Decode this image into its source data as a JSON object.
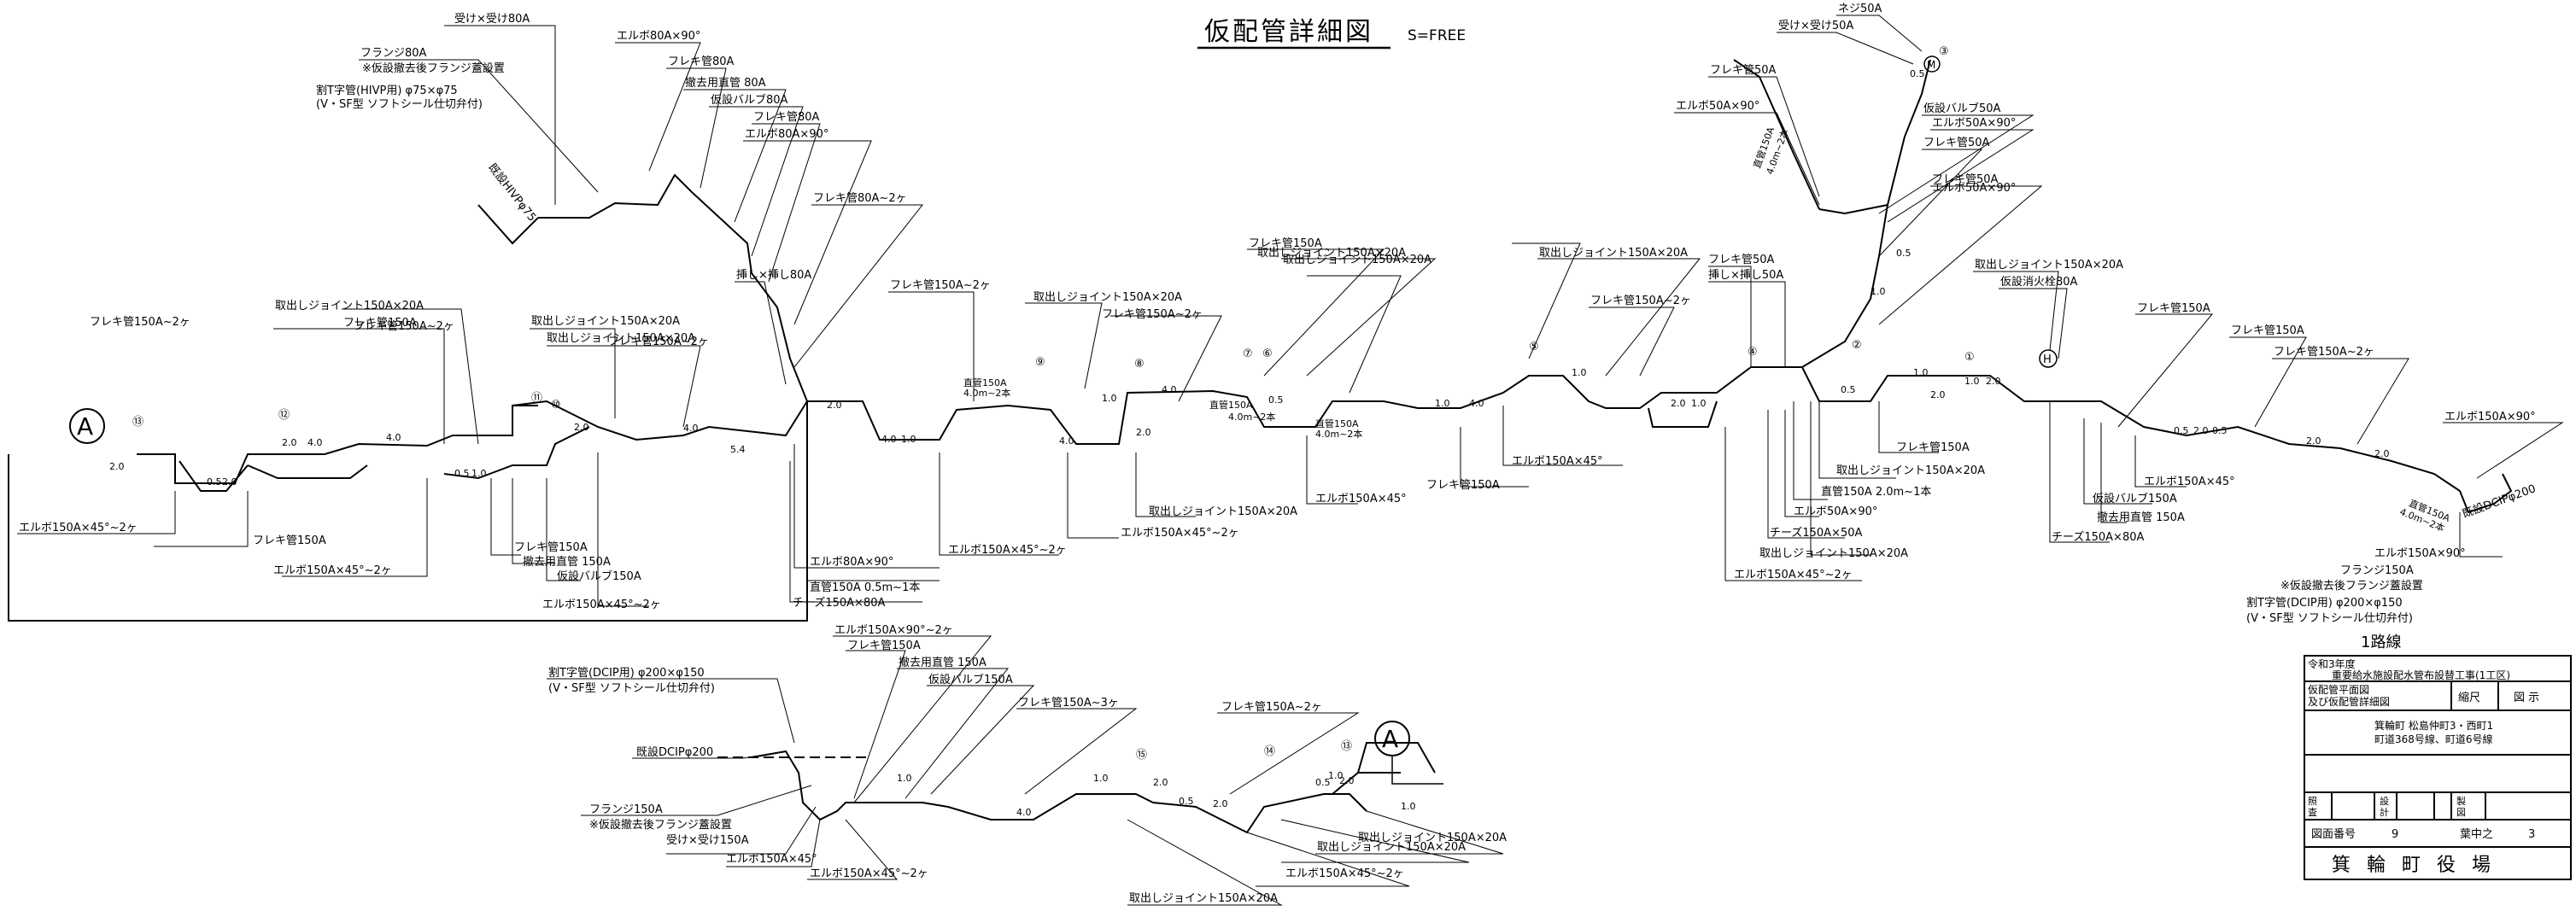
{
  "title": "仮配管詳細図",
  "scale": "S=FREE",
  "markers": {
    "a_left": "A",
    "a_right": "A",
    "h": "H",
    "m": "M"
  },
  "top_labels": [
    "受け×受け80A",
    "フランジ80A",
    "※仮設撤去後フランジ蓋設置",
    "割T字管(HIVP用) φ75×φ75",
    "(V・SF型 ソフトシール仕切弁付)",
    "エルボ80A×90°",
    "フレキ管80A",
    "撤去用直管 80A",
    "仮設バルブ80A",
    "フレキ管80A",
    "エルボ80A×90°",
    "フレキ管80A~2ヶ",
    "既設HIVPφ75",
    "挿し×挿し80A",
    "取出しジョイント150A×20A",
    "取出しジョイント150A×20A",
    "フレキ管150A",
    "フレキ管150A",
    "取出しジョイント150A×20A",
    "フレキ管50A",
    "挿し×挿し50A",
    "フレキ管150A~2ヶ",
    "フレキ管150A~2ヶ",
    "取出しジョイント150A×20A",
    "フレキ管150A~2ヶ",
    "フレキ管150A~2ヶ",
    "取出しジョイント150A×20A",
    "フレキ管150A~2ヶ",
    "取出しジョイント150A×20A",
    "取出しジョイント150A×20A",
    "フレキ管150A~2ヶ",
    "取出しジョイント150A×20A",
    "仮設消火栓80A",
    "フレキ管150A",
    "フレキ管150A",
    "フレキ管150A~2ヶ",
    "エルボ150A×90°",
    "ネジ50A",
    "受け×受け50A",
    "フレキ管50A",
    "エルボ50A×90°",
    "仮設バルブ50A",
    "エルボ50A×90°",
    "フレキ管50A",
    "フレキ管50A",
    "エルボ50A×90°",
    "既設DCIPφ200",
    "直管150A",
    "4.0m~2本"
  ],
  "bottom_row1_labels": [
    "エルボ150A×45°~2ヶ",
    "フレキ管150A",
    "エルボ150A×45°~2ヶ",
    "フレキ管150A",
    "撤去用直管 150A",
    "仮設バルブ150A",
    "エルボ150A×45°~2ヶ",
    "エルボ80A×90°",
    "直管150A 0.5m~1本",
    "チーズ150A×80A",
    "エルボ150A×45°~2ヶ",
    "エルボ150A×45°~2ヶ",
    "取出しジョイント150A×20A",
    "エルボ150A×45°",
    "フレキ管150A",
    "エルボ150A×45°",
    "フレキ管150A",
    "取出しジョイント150A×20A",
    "直管150A 2.0m~1本",
    "エルボ50A×90°",
    "チーズ150A×50A",
    "取出しジョイント150A×20A",
    "エルボ150A×45°~2ヶ",
    "エルボ150A×45°",
    "仮設バルブ150A",
    "撤去用直管 150A",
    "チーズ150A×80A",
    "エルボ150A×90°",
    "フランジ150A",
    "※仮設撤去後フランジ蓋設置",
    "割T字管(DCIP用) φ200×φ150",
    "(V・SF型 ソフトシール仕切弁付)",
    "直管150A",
    "4.0m~2本",
    "直管150A",
    "4.0m~2本",
    "直管150A",
    "4.0m~2本",
    "直管150A",
    "4.0m~2本"
  ],
  "route_label": "1路線",
  "bottom_labels": [
    "エルボ150A×90°~2ヶ",
    "フレキ管150A",
    "撤去用直管 150A",
    "仮設バルブ150A",
    "割T字管(DCIP用) φ200×φ150",
    "(V・SF型 ソフトシール仕切弁付)",
    "既設DCIPφ200",
    "フレキ管150A~3ヶ",
    "フレキ管150A~2ヶ",
    "フランジ150A",
    "※仮設撤去後フランジ蓋設置",
    "受け×受け150A",
    "エルボ150A×45°",
    "エルボ150A×45°~2ヶ",
    "取出しジョイント150A×20A",
    "取出しジョイント150A×20A",
    "エルボ150A×45°~2ヶ",
    "取出しジョイント150A×20A"
  ],
  "dims": [
    "2.0",
    "0.5",
    "2.0",
    "2.0",
    "4.0",
    "4.0",
    "0.5",
    "1.0",
    "2.0",
    "4.0",
    "5.4",
    "4.0",
    "2.0",
    "1.0",
    "2.0",
    "4.0",
    "0.5",
    "1.0",
    "4.0",
    "1.0",
    "2.0",
    "1.0",
    "0.5",
    "1.0",
    "2.0",
    "1.0",
    "2.0",
    "0.5",
    "2.0",
    "0.5",
    "2.0",
    "2.0",
    "1.0",
    "0.5",
    "0.5",
    "1.0",
    "4.0",
    "1.0",
    "4.0",
    "1.0",
    "2.0",
    "0.5",
    "2.0",
    "0.5",
    "1.0",
    "2.0",
    "1.0"
  ],
  "numbers": [
    "⑬",
    "⑫",
    "⑪",
    "⑩",
    "⑨",
    "⑧",
    "⑦",
    "⑥",
    "⑤",
    "④",
    "③",
    "②",
    "①",
    "⑮",
    "⑭",
    "⑬"
  ],
  "title_block": {
    "year": "令和3年度",
    "project": "重要給水施設配水管布設替工事(1工区)",
    "drawing_name_1": "仮配管平面図",
    "drawing_name_2": "及び仮配管詳細図",
    "scale_label": "縮尺",
    "scale_value": "図 示",
    "location_1": "箕輪町 松島仲町3・西町1",
    "location_2": "町道368号線、町道6号線",
    "approval_1": "照",
    "approval_1b": "査",
    "approval_2": "設",
    "approval_2b": "計",
    "approval_3": "製",
    "approval_3b": "図",
    "drawing_no_label": "図面番号",
    "drawing_no": "9",
    "sheet_label": "葉中之",
    "sheet_no": "3",
    "office": "箕 輪 町 役 場"
  }
}
